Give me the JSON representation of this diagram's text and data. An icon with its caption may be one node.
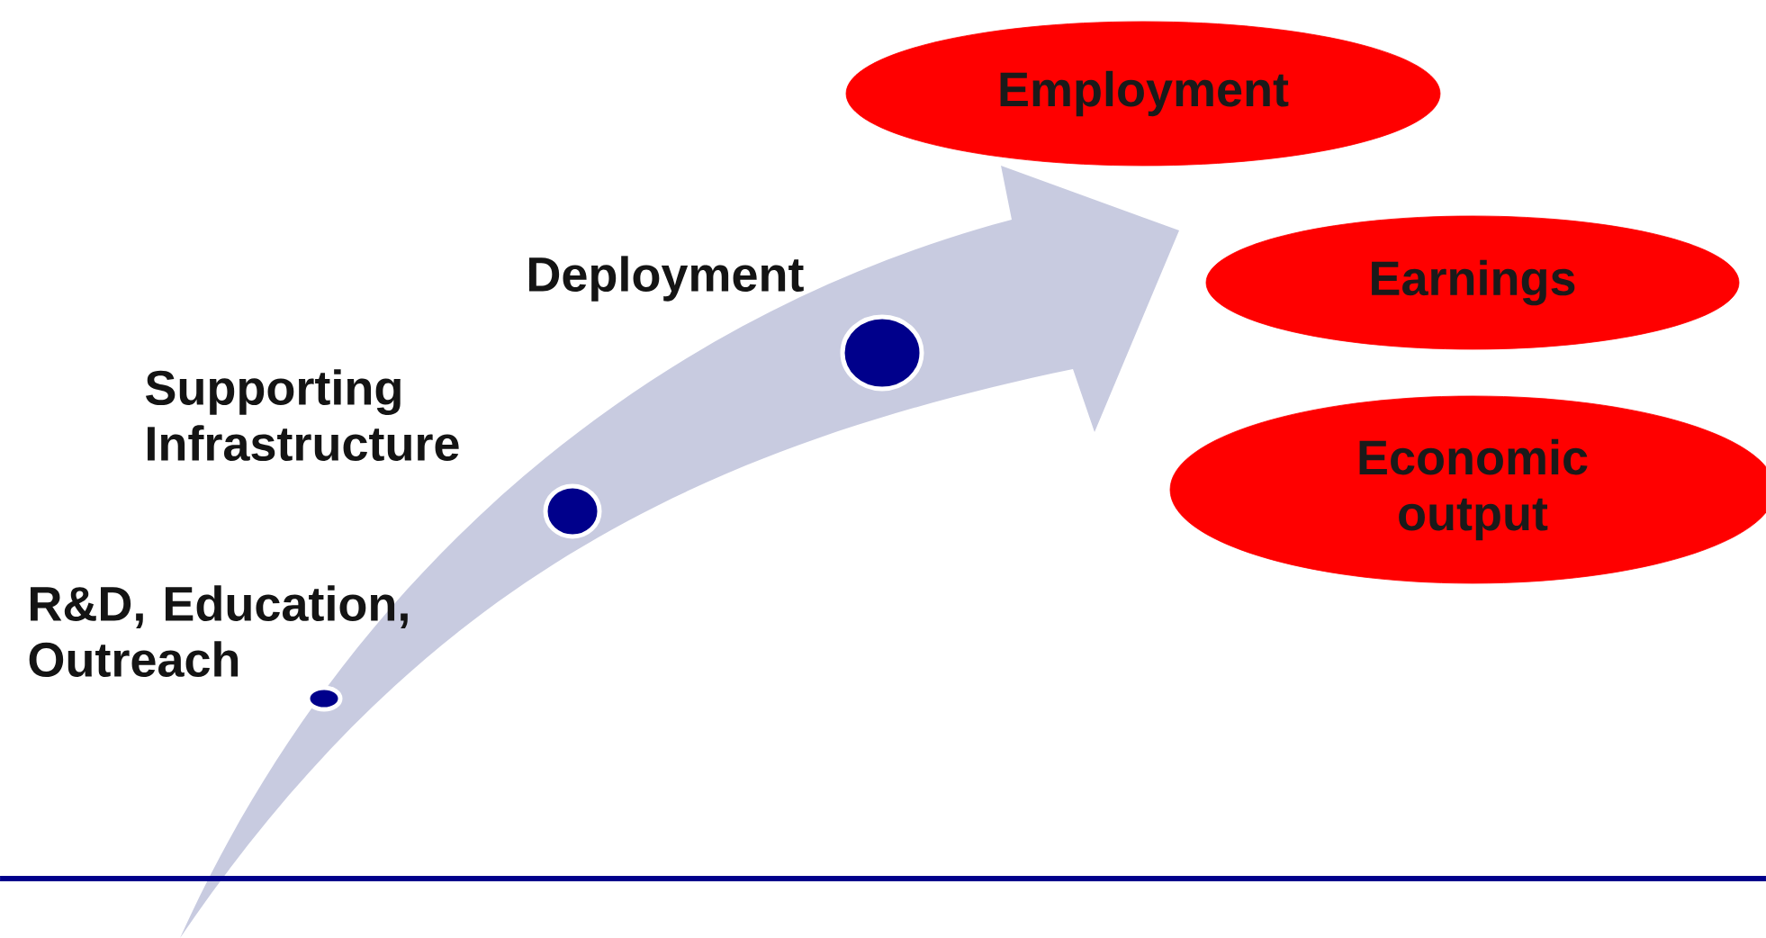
{
  "diagram": {
    "nodes": [
      {
        "text": [],
        "shape": "circle",
        "beside": [
          "R&D, Education, Outreach"
        ]
      },
      {
        "text": [],
        "shape": "circle",
        "beside": [
          "Supporting Infrastructure"
        ]
      },
      {
        "text": [],
        "shape": "circle",
        "beside": [
          "Deployment"
        ]
      },
      {
        "text": [
          "Employment"
        ]
      },
      {
        "text": [
          "Earnings"
        ]
      },
      {
        "text": [
          "Economic output"
        ]
      }
    ]
  }
}
